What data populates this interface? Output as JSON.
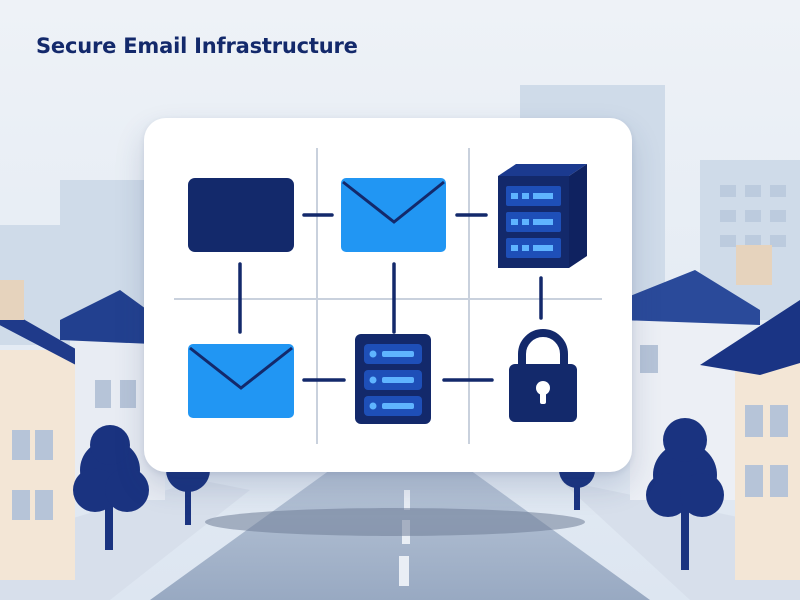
{
  "title": "Secure Email Infrastructure",
  "colors": {
    "navy": "#13296b",
    "bright_blue": "#2196f3",
    "sky": "#dfe8f3",
    "road": "#a9b8cc",
    "house_cream": "#f3e6d6",
    "roof_navy": "#1f3a8a"
  },
  "diagram": {
    "nodes": [
      {
        "id": "inbox-box",
        "icon": "inbox-rectangle-icon"
      },
      {
        "id": "envelope-top",
        "icon": "envelope-icon"
      },
      {
        "id": "server-top",
        "icon": "server-rack-icon"
      },
      {
        "id": "envelope-bottom",
        "icon": "envelope-icon"
      },
      {
        "id": "server-bottom",
        "icon": "server-rack-icon"
      },
      {
        "id": "padlock",
        "icon": "padlock-icon"
      }
    ]
  }
}
